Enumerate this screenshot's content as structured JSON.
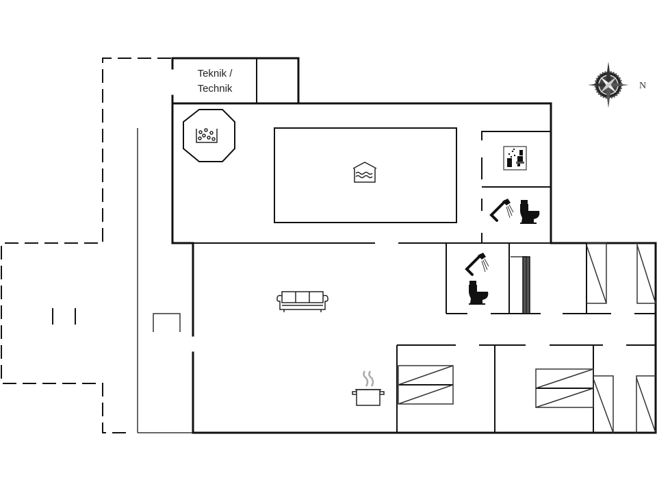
{
  "plan": {
    "rooms": [
      {
        "id": "technik",
        "label_line1": "Teknik /",
        "label_line2": "Technik"
      }
    ],
    "icons": [
      {
        "name": "whirlpool-icon",
        "room": "pool-hall"
      },
      {
        "name": "indoor-pool-icon",
        "room": "pool-hall"
      },
      {
        "name": "sauna-icon",
        "room": "sauna"
      },
      {
        "name": "shower-icon",
        "room": "bathroom-1"
      },
      {
        "name": "toilet-icon",
        "room": "bathroom-1"
      },
      {
        "name": "shower-icon",
        "room": "bathroom-2"
      },
      {
        "name": "toilet-icon",
        "room": "bathroom-2"
      },
      {
        "name": "sofa-icon",
        "room": "living-room"
      },
      {
        "name": "cooking-pot-icon",
        "room": "kitchen"
      },
      {
        "name": "compass-rose-icon",
        "room": "legend"
      }
    ],
    "compass": {
      "north_label": "N"
    },
    "colors": {
      "wall": "#111111",
      "background": "#ffffff"
    }
  }
}
